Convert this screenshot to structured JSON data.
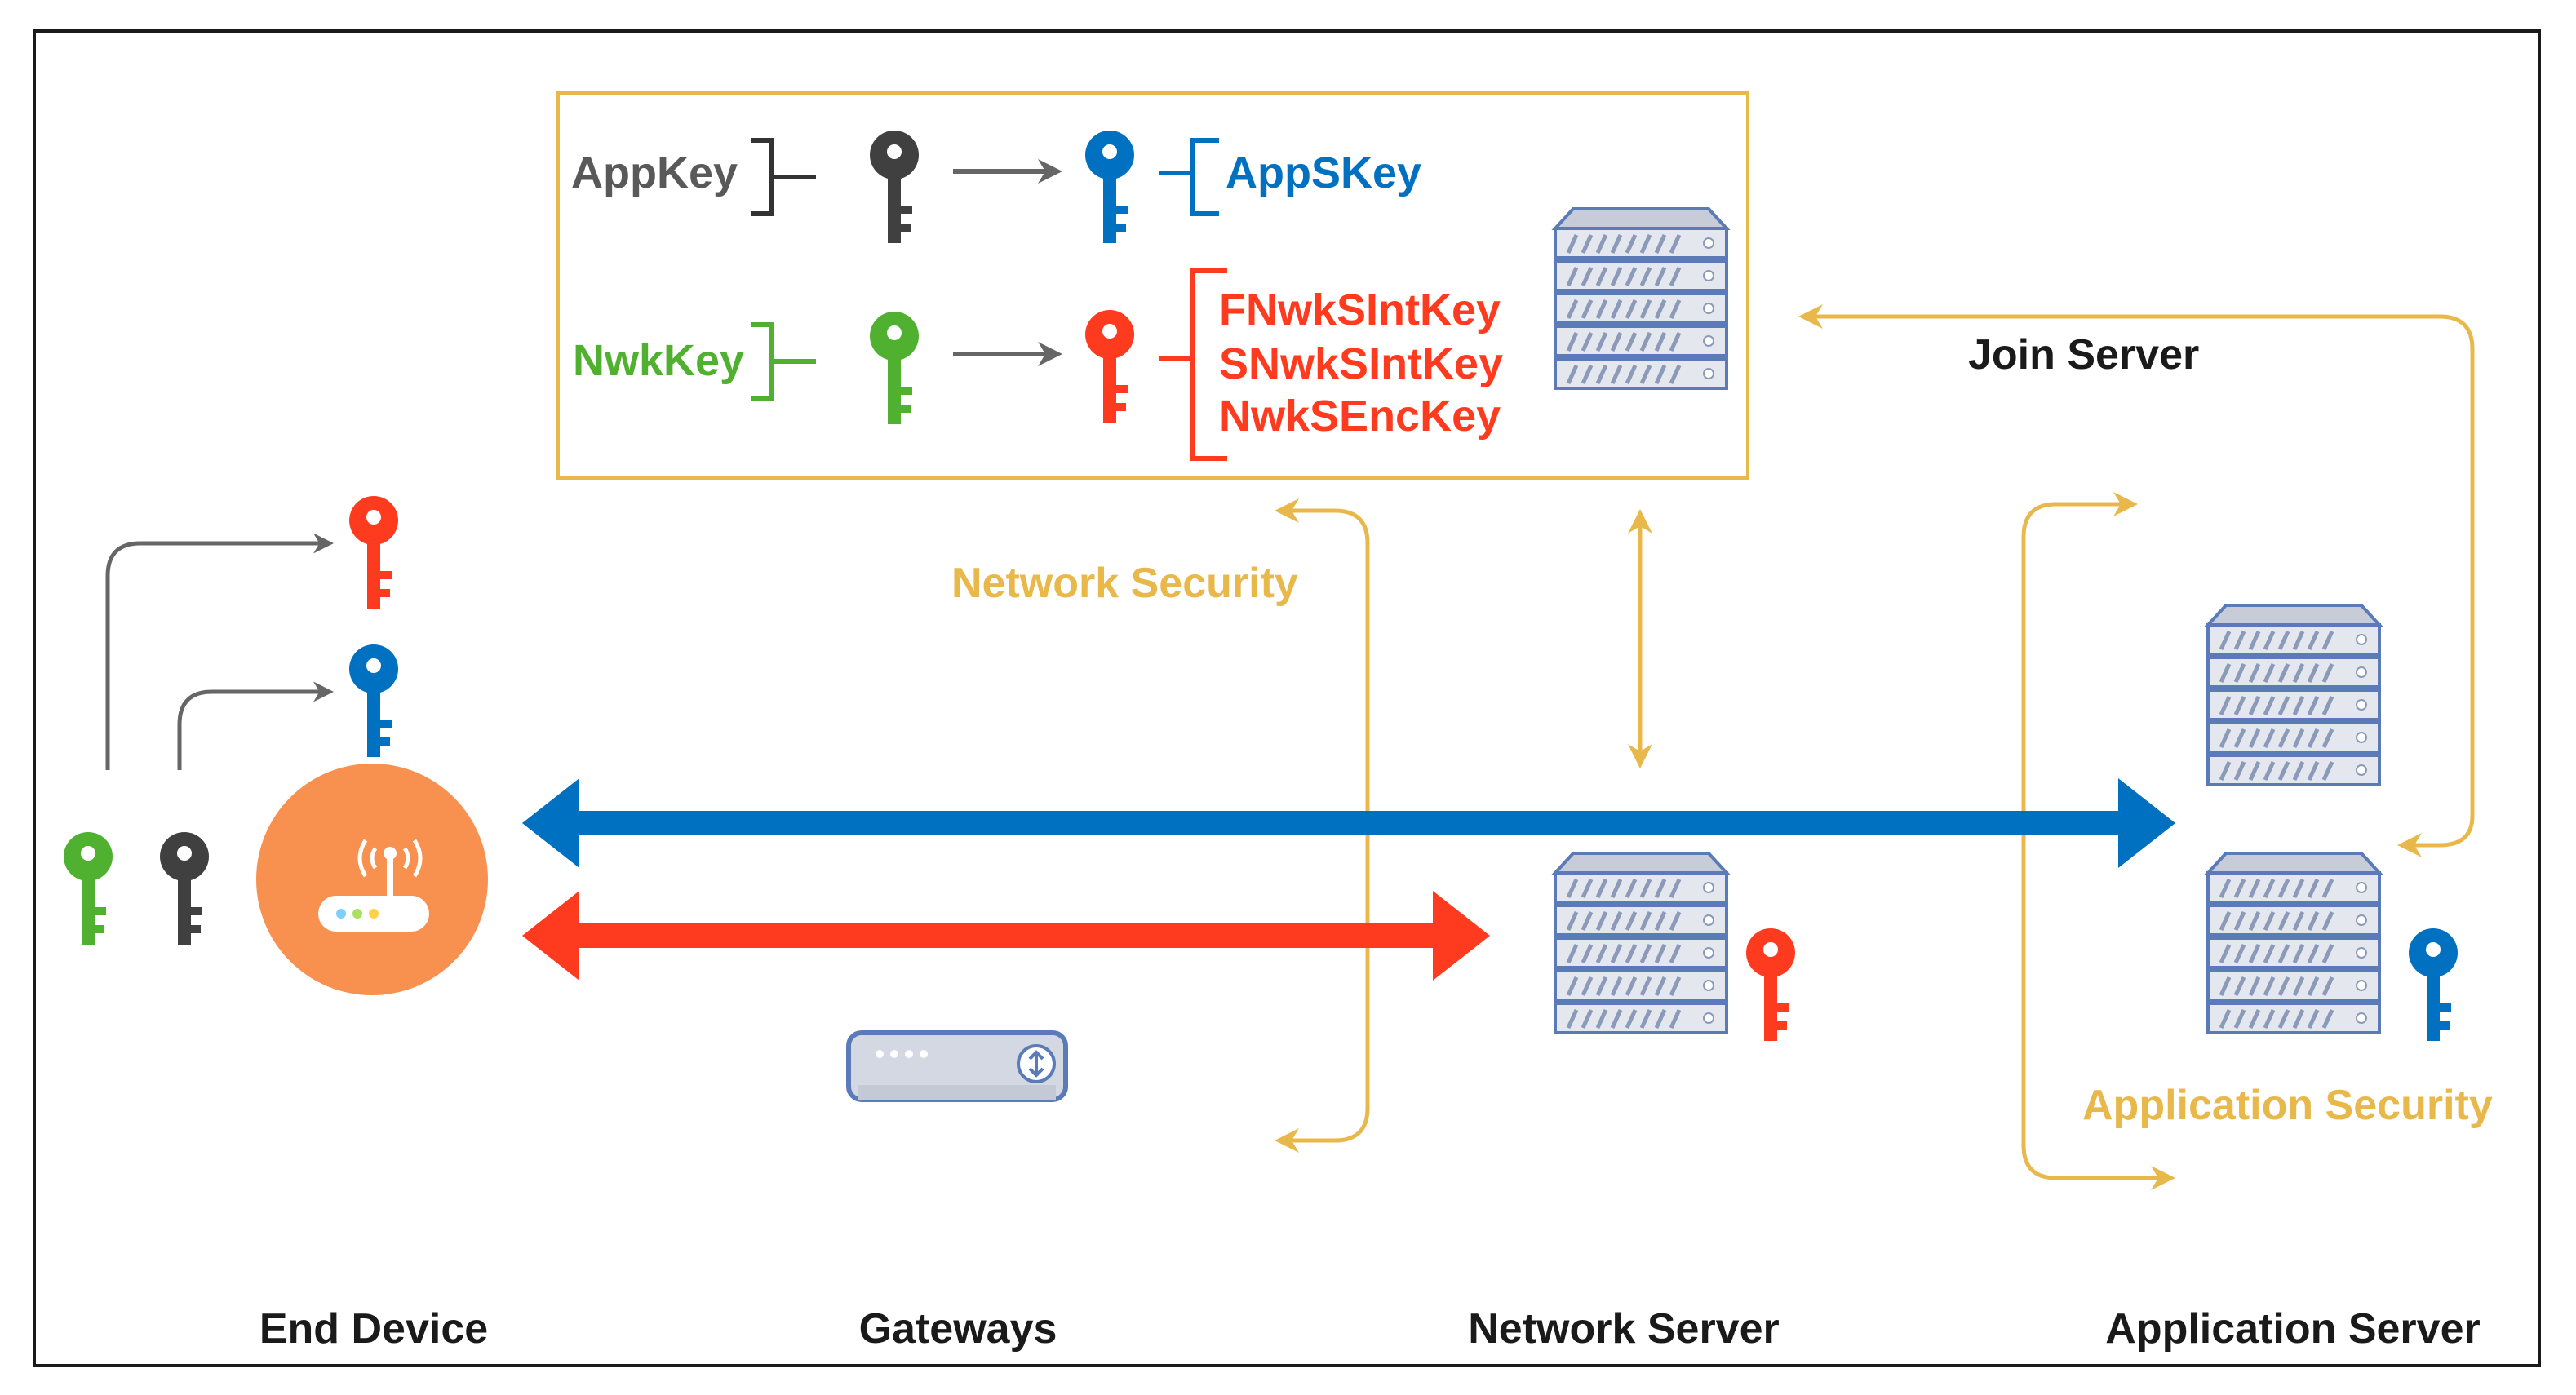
{
  "keys_box": {
    "appkey_label": "AppKey",
    "nwkkey_label": "NwkKey",
    "appskey_label": "AppSKey",
    "derived_nwk_keys": [
      "FNwkSIntKey",
      "SNwkSIntKey",
      "NwkSEncKey"
    ]
  },
  "labels": {
    "join_server": "Join Server",
    "network_security": "Network Security",
    "application_security": "Application Security"
  },
  "nodes": {
    "end_device": "End Device",
    "gateways": "Gateways",
    "network_server": "Network Server",
    "application_server": "Application Server"
  },
  "colors": {
    "app_key": "#0070c0",
    "nwk_key": "#ff3b1f",
    "root_app": "#404040",
    "root_nwk": "#50b030",
    "security_line": "#e8b84a",
    "gray_arrow": "#666666",
    "device_circle": "#f89050"
  },
  "icons": {
    "key": "key-icon",
    "server": "server-stack-icon",
    "router": "router-icon",
    "gateway": "gateway-box-icon"
  }
}
